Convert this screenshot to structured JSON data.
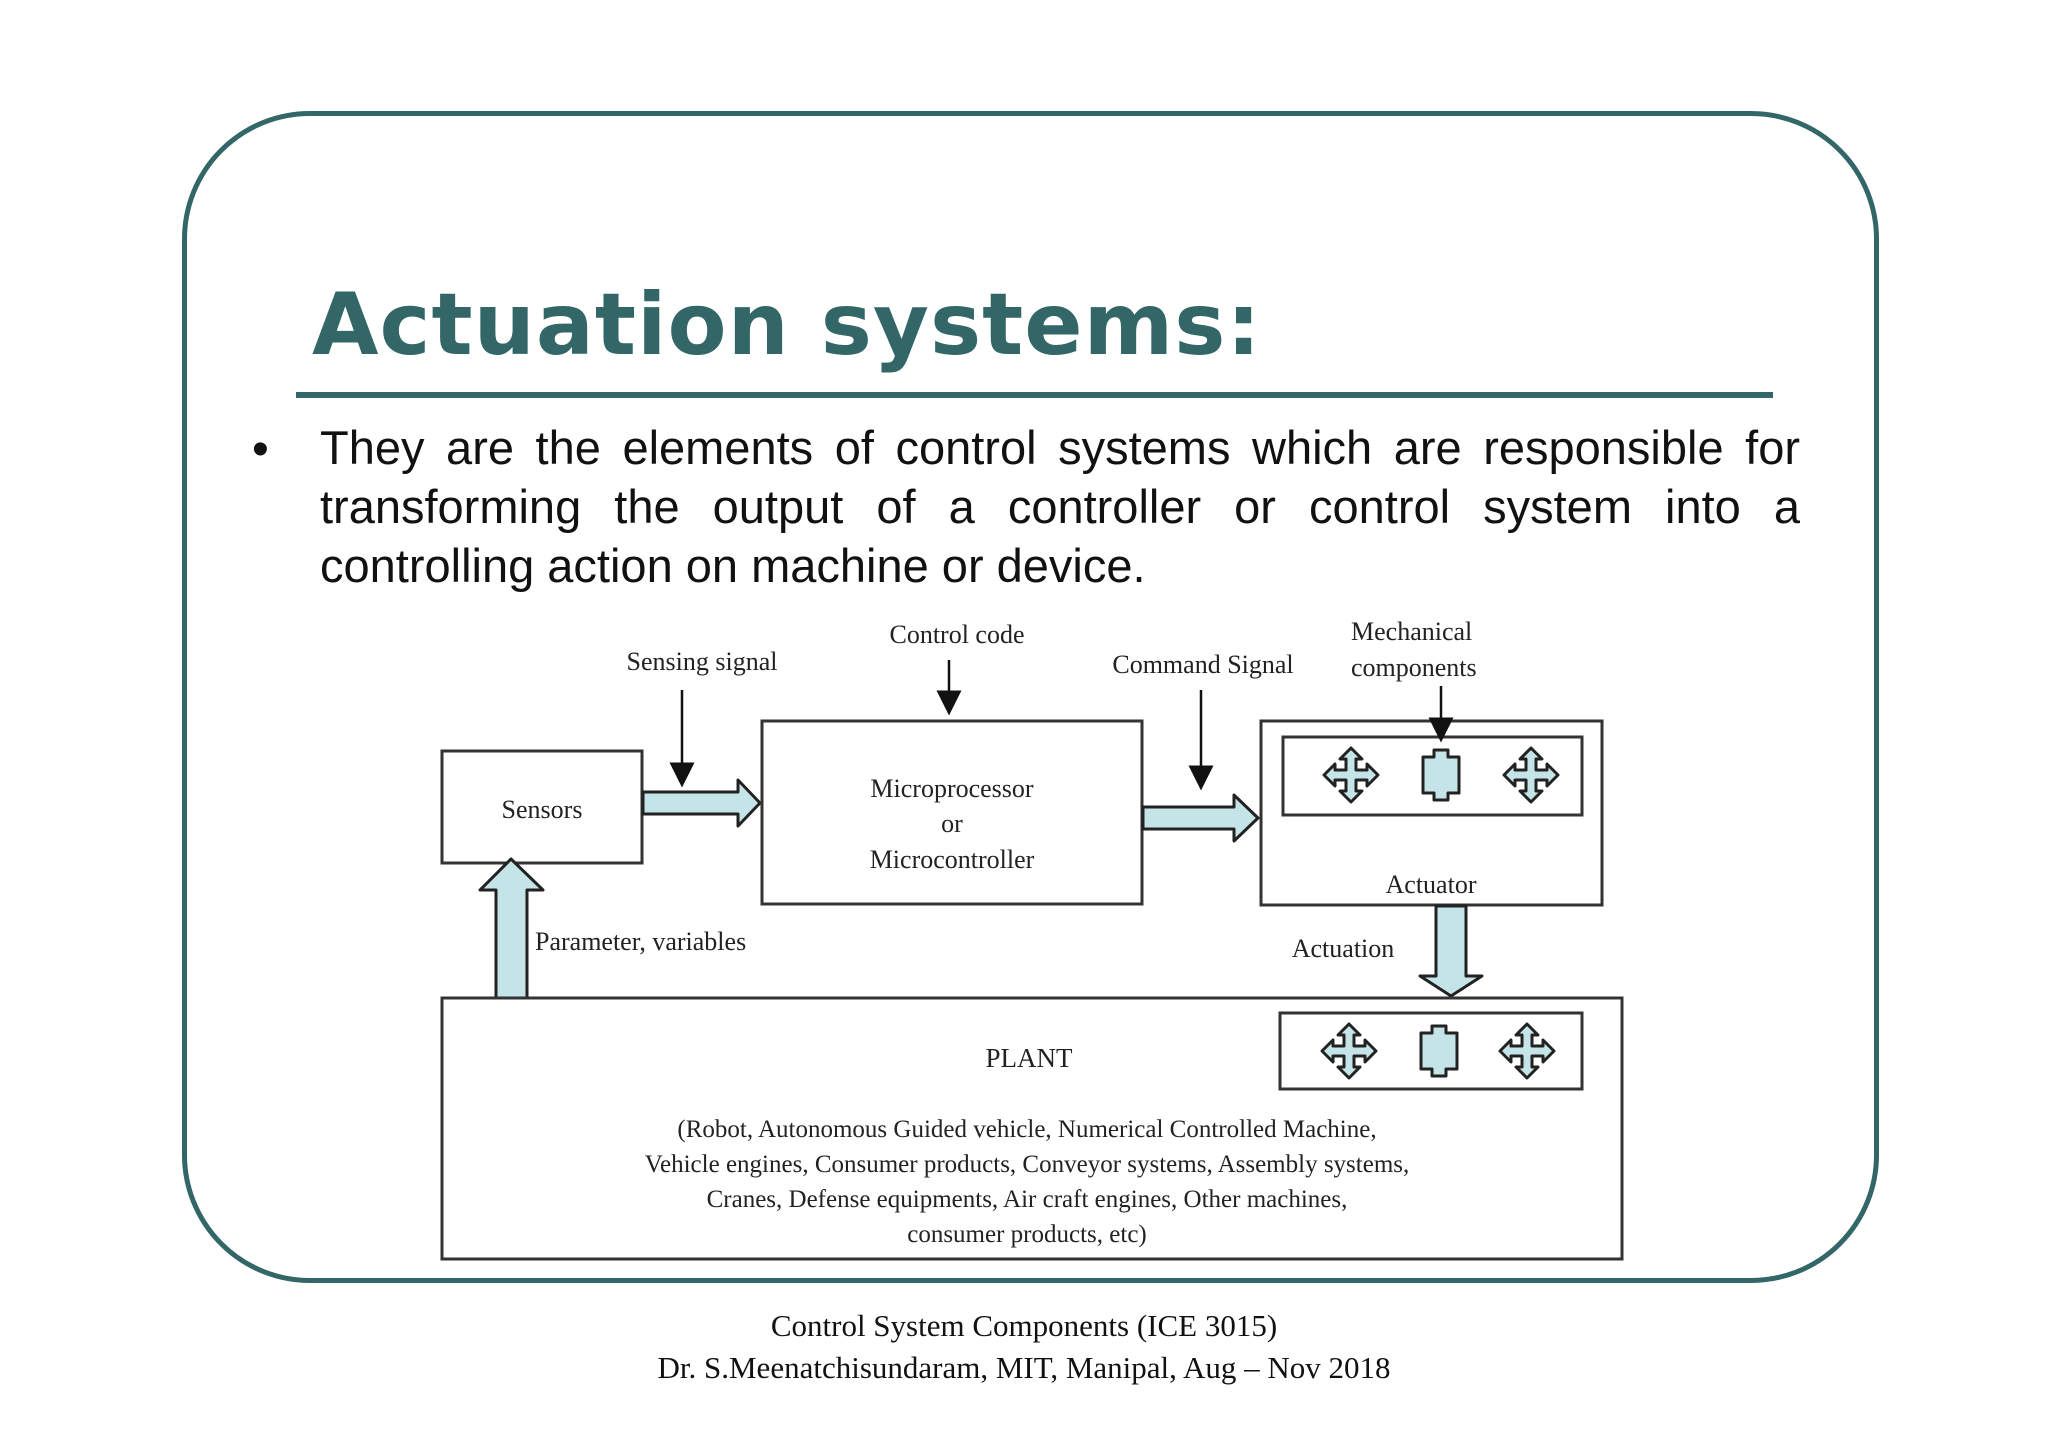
{
  "slide": {
    "title": "Actuation systems:",
    "bullet": "They are the elements of control systems which are responsible for transforming the output of a controller or control system into a controlling action on machine or device."
  },
  "diagram": {
    "sensors": "Sensors",
    "sensing_signal": "Sensing signal",
    "control_code": "Control code",
    "controller_lines": [
      "Microprocessor",
      "or",
      "Microcontroller"
    ],
    "command_signal": "Command Signal",
    "mechanical_lines": [
      "Mechanical",
      "components"
    ],
    "actuator": "Actuator",
    "actuation": "Actuation",
    "parameter_variables": "Parameter, variables",
    "plant": "PLANT",
    "plant_lines": [
      "(Robot, Autonomous Guided vehicle, Numerical Controlled Machine,",
      "Vehicle engines, Consumer products, Conveyor systems, Assembly systems,",
      "Cranes, Defense equipments, Air craft engines, Other machines,",
      "consumer products, etc)"
    ],
    "arrow_fill": "#c4e4e8",
    "icons": [
      "four-way-arrow-icon",
      "plus-block-icon",
      "four-way-arrow-icon"
    ]
  },
  "footer": {
    "line1": "Control System Components (ICE 3015)",
    "line2": "Dr. S.Meenatchisundaram, MIT, Manipal, Aug – Nov 2018"
  }
}
